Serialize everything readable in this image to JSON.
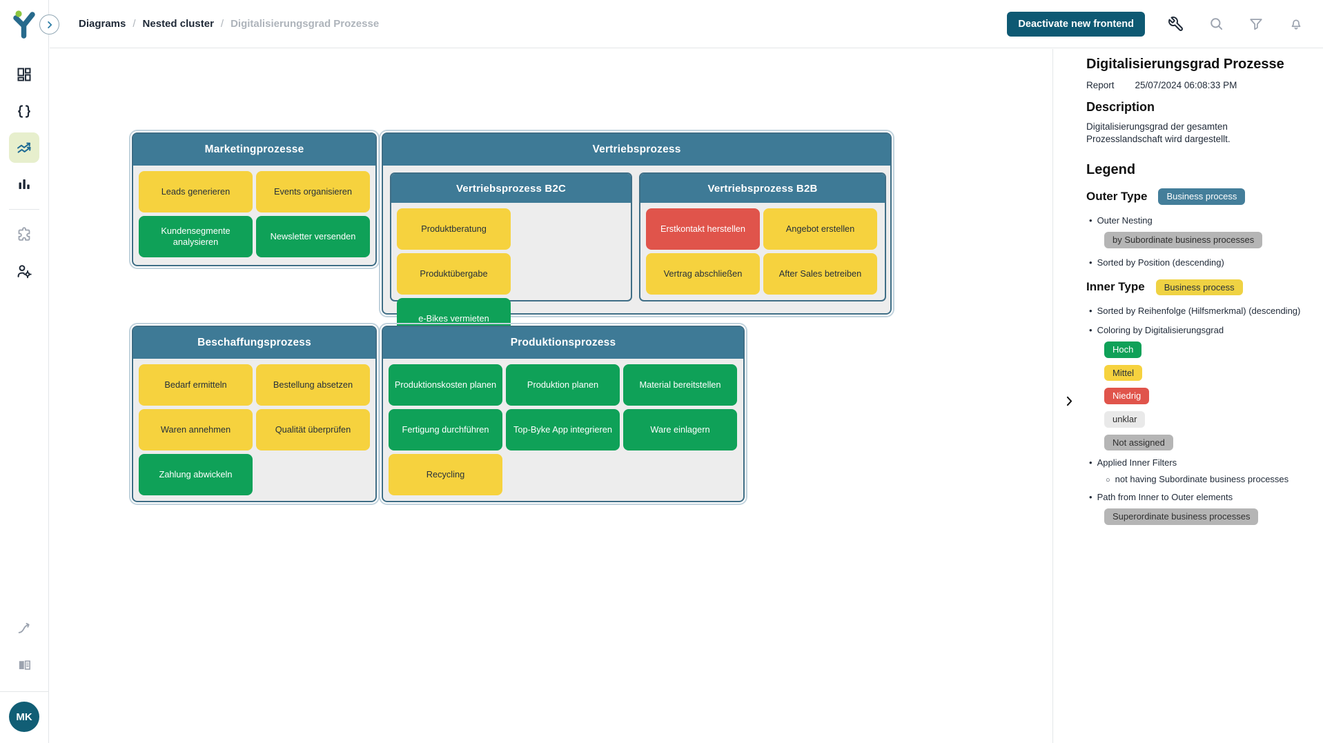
{
  "header": {
    "breadcrumbs": [
      "Diagrams",
      "Nested cluster",
      "Digitalisierungsgrad Prozesse"
    ],
    "separator": "/",
    "deactivate_button": "Deactivate new frontend",
    "icons": [
      "wrench-icon",
      "search-icon",
      "filter-icon",
      "bell-icon"
    ]
  },
  "sidebar": {
    "icons": [
      "dashboard-icon",
      "braces-icon",
      "trend-lines-icon",
      "bar-chart-icon",
      "puzzle-icon",
      "user-settings-icon",
      "branch-icon",
      "book-icon"
    ],
    "active_icon": "trend-lines-icon",
    "avatar": "MK"
  },
  "colors": {
    "cluster_header": "#3E7A96",
    "hoch": "#0FA158",
    "mittel": "#F6D23E",
    "niedrig": "#E0544B",
    "unklar": "#E9E9E9",
    "not_assigned": "#B5B5B5",
    "primary_button": "#0E5973"
  },
  "diagram": {
    "clusters": [
      {
        "title": "Marketingprozesse",
        "cells": [
          {
            "label": "Leads generieren",
            "level": "mittel"
          },
          {
            "label": "Events organisieren",
            "level": "mittel"
          },
          {
            "label": "Kundensegmente analysieren",
            "level": "hoch"
          },
          {
            "label": "Newsletter versenden",
            "level": "hoch"
          }
        ]
      },
      {
        "title": "Vertriebsprozess",
        "children": [
          {
            "title": "Vertriebsprozess B2C",
            "cells": [
              {
                "label": "Produktberatung",
                "level": "mittel"
              },
              {
                "label": "Produktübergabe",
                "level": "mittel"
              },
              {
                "label": "e-Bikes vermieten",
                "level": "hoch"
              }
            ]
          },
          {
            "title": "Vertriebsprozess B2B",
            "cells": [
              {
                "label": "Erstkontakt herstellen",
                "level": "niedrig"
              },
              {
                "label": "Angebot erstellen",
                "level": "mittel"
              },
              {
                "label": "Vertrag abschließen",
                "level": "mittel"
              },
              {
                "label": "After Sales betreiben",
                "level": "mittel"
              }
            ]
          }
        ]
      },
      {
        "title": "Beschaffungsprozess",
        "cells": [
          {
            "label": "Bedarf ermitteln",
            "level": "mittel"
          },
          {
            "label": "Bestellung absetzen",
            "level": "mittel"
          },
          {
            "label": "Waren annehmen",
            "level": "mittel"
          },
          {
            "label": "Qualität überprüfen",
            "level": "mittel"
          },
          {
            "label": "Zahlung abwickeln",
            "level": "hoch"
          }
        ]
      },
      {
        "title": "Produktionsprozess",
        "cells": [
          {
            "label": "Produktionskosten planen",
            "level": "hoch"
          },
          {
            "label": "Produktion planen",
            "level": "hoch"
          },
          {
            "label": "Material bereitstellen",
            "level": "hoch"
          },
          {
            "label": "Fertigung durchführen",
            "level": "hoch"
          },
          {
            "label": "Top-Byke App integrieren",
            "level": "hoch"
          },
          {
            "label": "Ware einlagern",
            "level": "hoch"
          },
          {
            "label": "Recycling",
            "level": "mittel"
          }
        ]
      }
    ]
  },
  "panel": {
    "title": "Digitalisierungsgrad Prozesse",
    "report_label": "Report",
    "report_date": "25/07/2024 06:08:33 PM",
    "description_heading": "Description",
    "description": "Digitalisierungsgrad der gesamten Prozesslandschaft wird dargestellt.",
    "legend_heading": "Legend",
    "outer_type_label": "Outer Type",
    "outer_type_badge": "Business process",
    "outer_nesting_bullet": "Outer Nesting",
    "outer_nesting_badge": "by Subordinate business processes",
    "outer_sorted_bullet": "Sorted by Position (descending)",
    "inner_type_label": "Inner Type",
    "inner_type_badge": "Business process",
    "inner_sorted_bullet": "Sorted by Reihenfolge (Hilfsmerkmal) (descending)",
    "coloring_bullet": "Coloring by Digitalisierungsgrad",
    "coloring_pills": [
      {
        "label": "Hoch",
        "level": "hoch"
      },
      {
        "label": "Mittel",
        "level": "mittel"
      },
      {
        "label": "Niedrig",
        "level": "niedrig"
      },
      {
        "label": "unklar",
        "level": "unklar"
      },
      {
        "label": "Not assigned",
        "level": "notassigned"
      }
    ],
    "filters_bullet": "Applied Inner Filters",
    "filters_sub_bullet": "not having Subordinate business processes",
    "path_bullet": "Path from Inner to Outer elements",
    "path_badge": "Superordinate business processes"
  }
}
